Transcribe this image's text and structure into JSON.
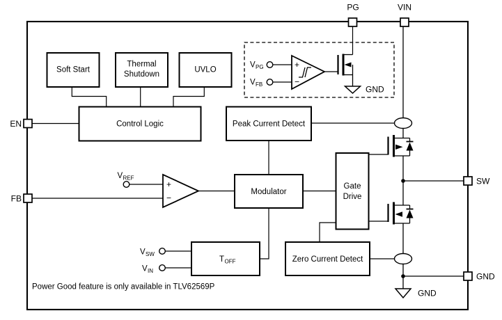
{
  "diagram": {
    "note": "Power Good feature is only available in TLV62569P",
    "pins": {
      "pg": {
        "label": "PG"
      },
      "vin": {
        "label": "VIN"
      },
      "en": {
        "label": "EN"
      },
      "fb": {
        "label": "FB"
      },
      "sw": {
        "label": "SW"
      },
      "gnd": {
        "label": "GND"
      }
    },
    "blocks": {
      "soft_start": {
        "label": "Soft Start"
      },
      "thermal_shutdown": {
        "line1": "Thermal",
        "line2": "Shutdown"
      },
      "uvlo": {
        "label": "UVLO"
      },
      "control_logic": {
        "label": "Control Logic"
      },
      "peak_current_detect": {
        "label": "Peak Current Detect"
      },
      "modulator": {
        "label": "Modulator"
      },
      "gate_drive": {
        "line1": "Gate",
        "line2": "Drive"
      },
      "zero_current_detect": {
        "label": "Zero Current Detect"
      },
      "t_off": {
        "base": "T",
        "sub": "OFF"
      }
    },
    "signals": {
      "v_ref": {
        "base": "V",
        "sub": "REF"
      },
      "v_pg": {
        "base": "V",
        "sub": "PG"
      },
      "v_fb": {
        "base": "V",
        "sub": "FB"
      },
      "v_sw": {
        "base": "V",
        "sub": "SW"
      },
      "v_in": {
        "base": "V",
        "sub": "IN"
      }
    },
    "grounds": {
      "pg_comparator_gnd": "GND",
      "power_stage_gnd": "GND"
    },
    "comparator_marks": {
      "plus": "+",
      "minus": "−"
    },
    "colors": {
      "line": "#000000",
      "background": "#ffffff"
    }
  }
}
